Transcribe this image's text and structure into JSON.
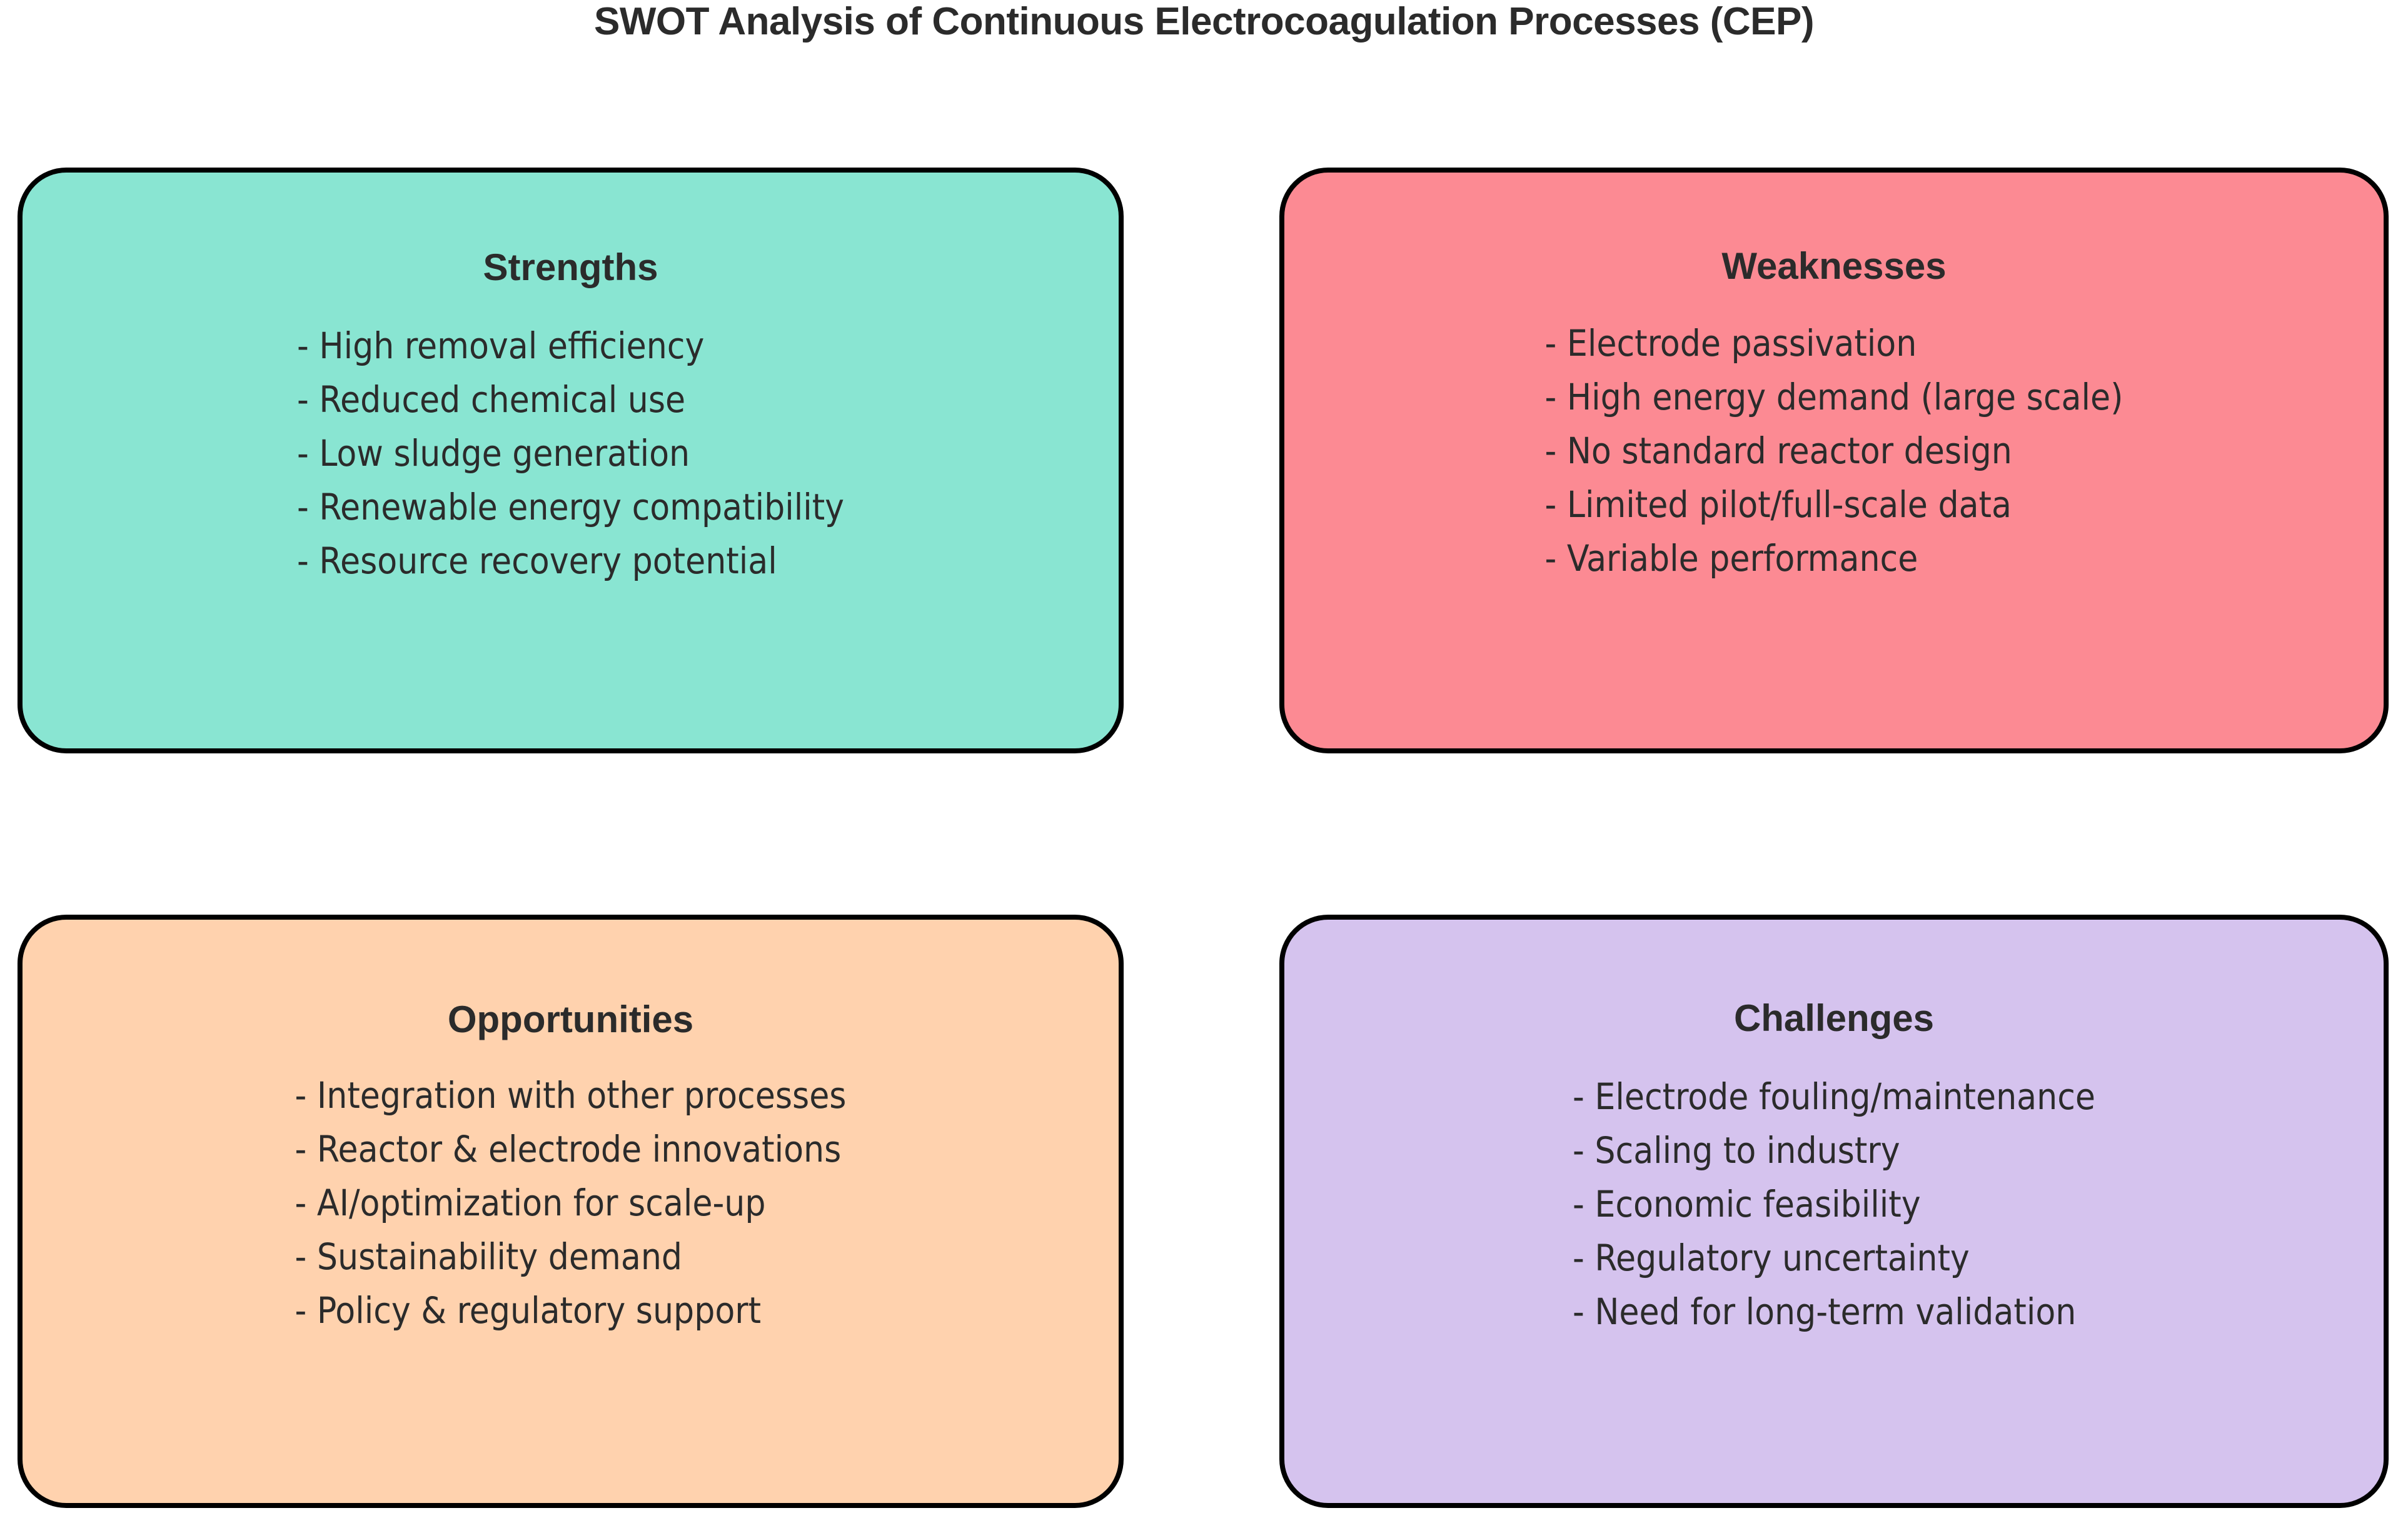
{
  "title": "SWOT Analysis of Continuous Electrocoagulation Processes (CEP)",
  "colors": {
    "background": "#ffffff",
    "text": "#2b2b2b",
    "border": "#000000",
    "strengths_fill": "#89e5d2",
    "weaknesses_fill": "#fc8a93",
    "opportunities_fill": "#ffd2ae",
    "challenges_fill": "#d5c3ee"
  },
  "quadrants": [
    {
      "key": "strengths",
      "heading": "Strengths",
      "items": [
        "- High removal efficiency",
        "- Reduced chemical use",
        "- Low sludge generation",
        "- Renewable energy compatibility",
        "- Resource recovery potential"
      ]
    },
    {
      "key": "weaknesses",
      "heading": "Weaknesses",
      "items": [
        "- Electrode passivation",
        "- High energy demand (large scale)",
        "- No standard reactor design",
        "- Limited pilot/full-scale data",
        "- Variable performance"
      ]
    },
    {
      "key": "opportunities",
      "heading": "Opportunities",
      "items": [
        "- Integration with other processes",
        "- Reactor & electrode innovations",
        "- AI/optimization for scale-up",
        "- Sustainability demand",
        "- Policy & regulatory support"
      ]
    },
    {
      "key": "challenges",
      "heading": "Challenges",
      "items": [
        "- Electrode fouling/maintenance",
        "- Scaling to industry",
        "- Economic feasibility",
        "- Regulatory uncertainty",
        "- Need for long-term validation"
      ]
    }
  ]
}
